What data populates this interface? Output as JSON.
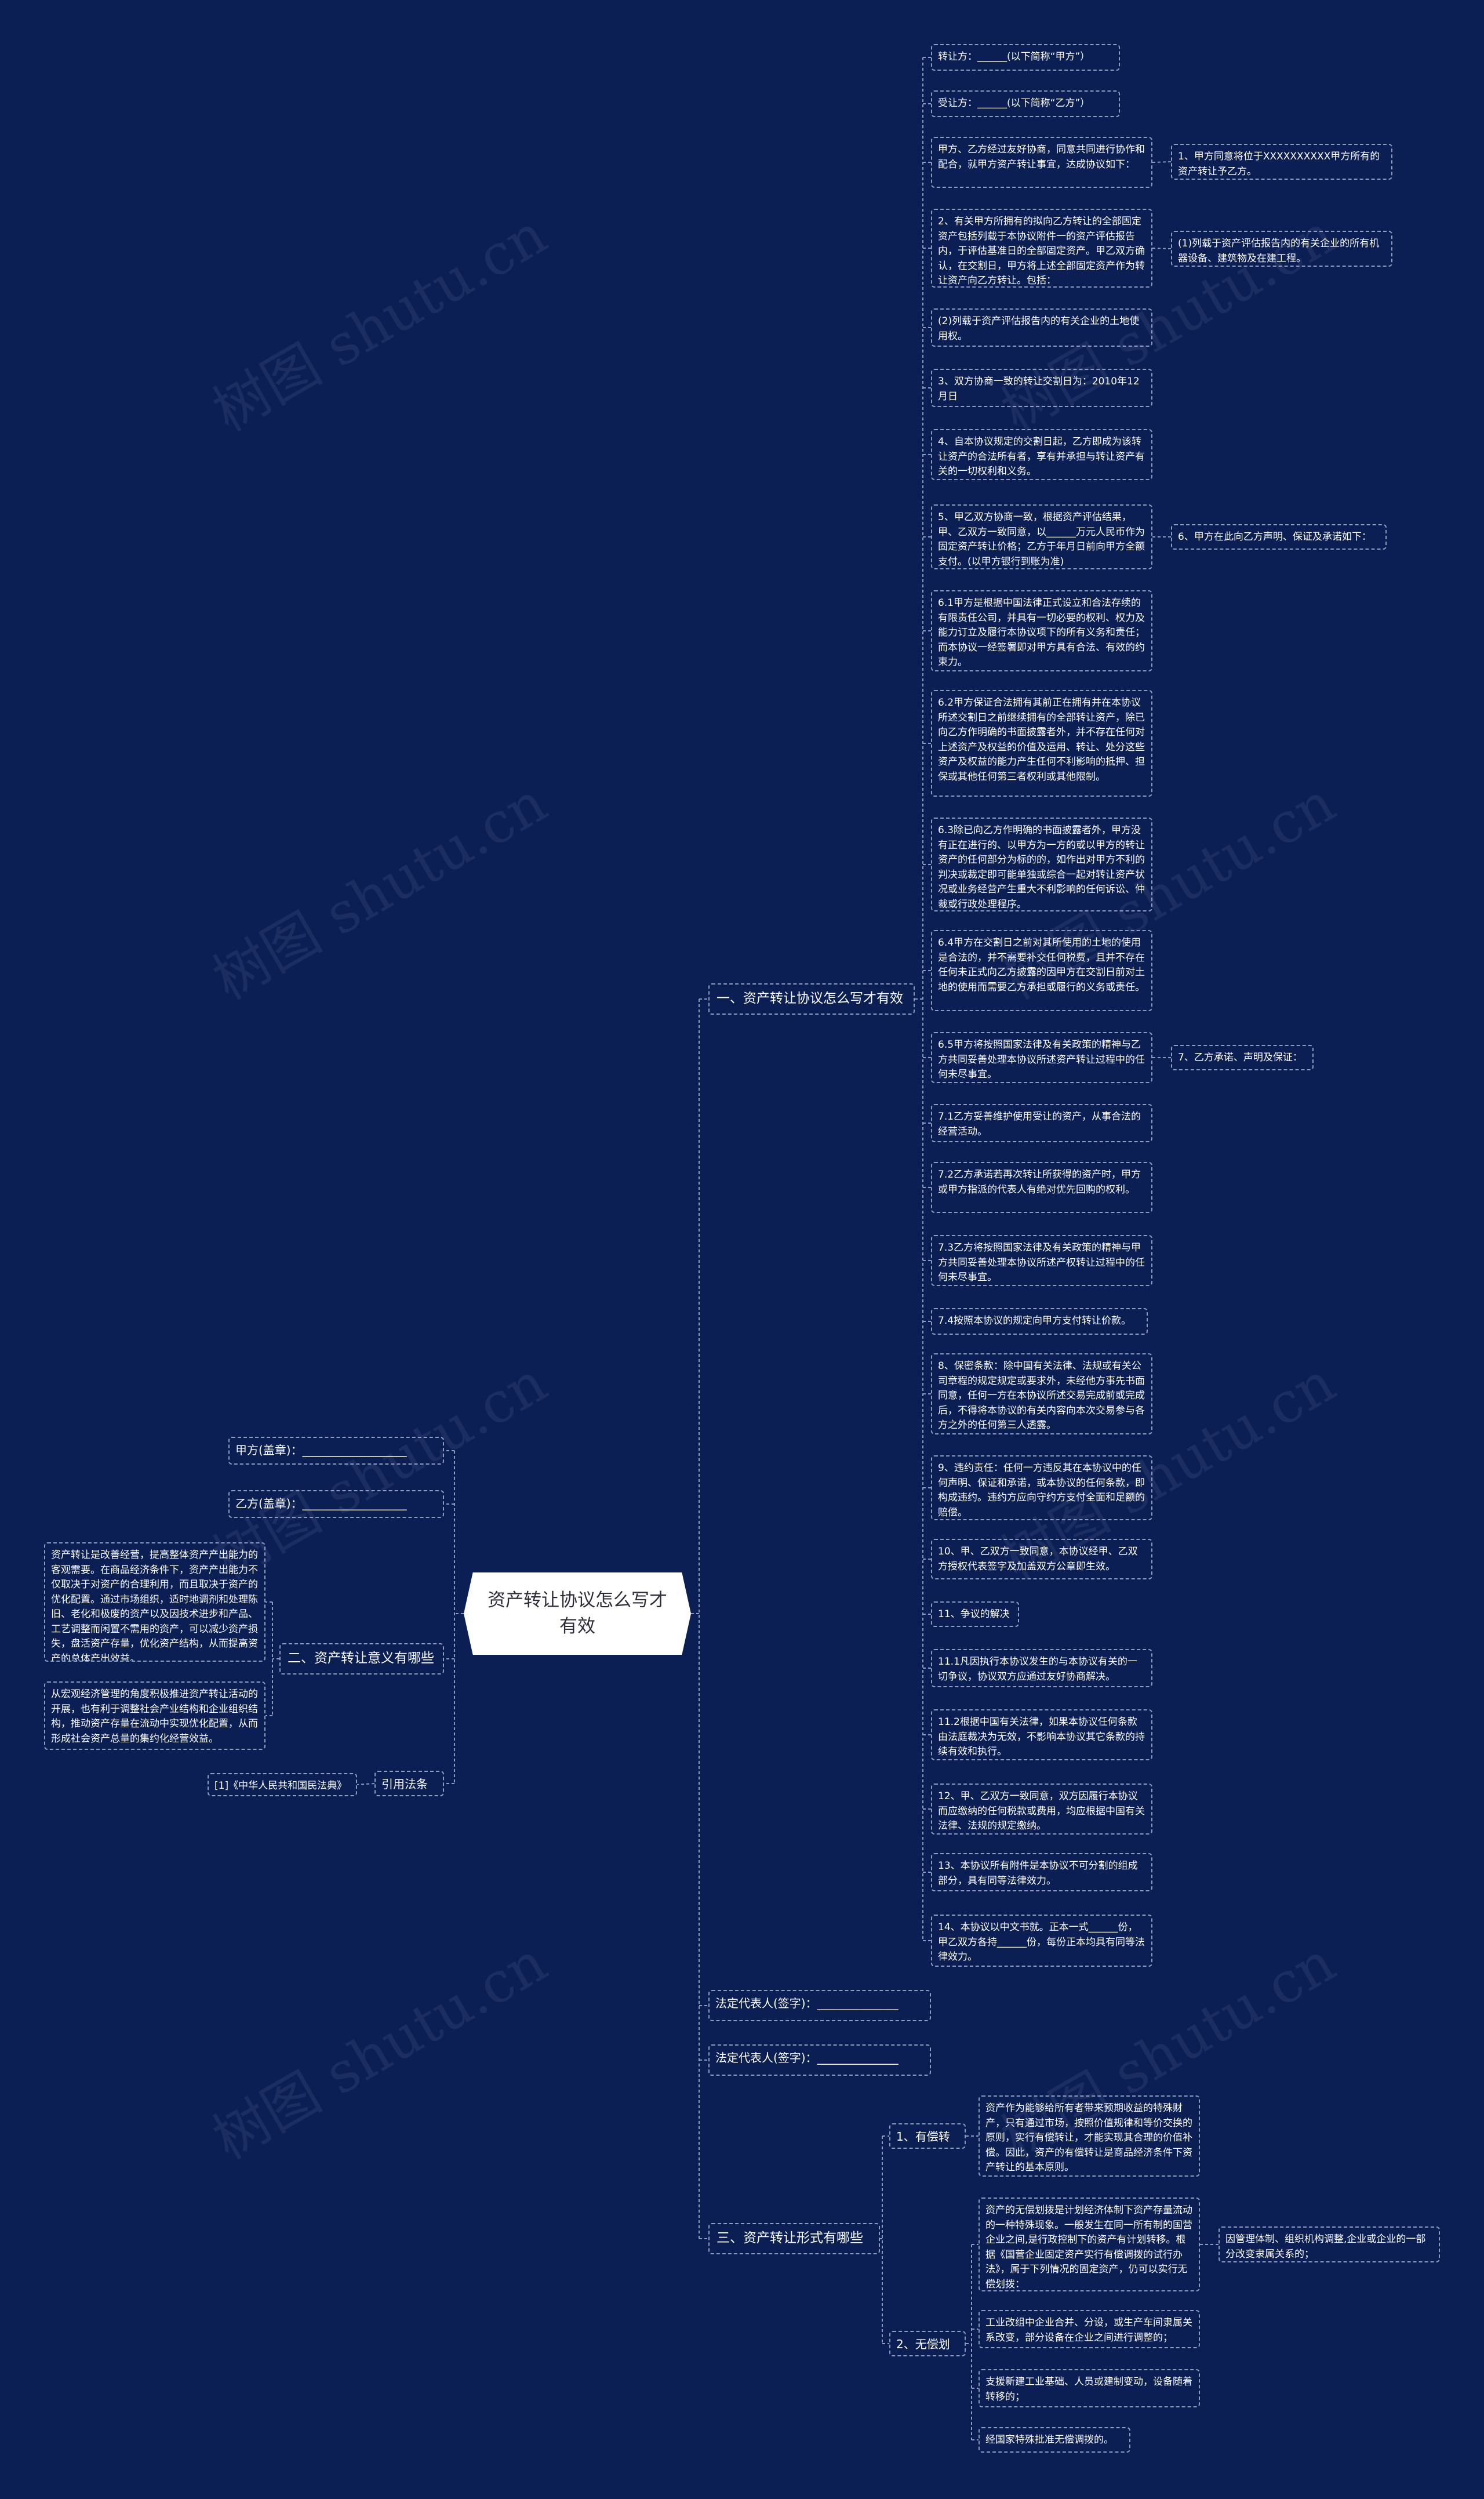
{
  "root": {
    "title": "资产转让协议怎么写才有效"
  },
  "watermark": "树图 shutu.cn",
  "colors": {
    "background": "#0b1f55",
    "line": "#8f9cc0",
    "root_bg": "#ffffff",
    "text": "#ffffff"
  },
  "branch1": {
    "label": "一、资产转让协议怎么写才有效",
    "items": [
      "转让方：______(以下简称“甲方”）",
      "受让方：______(以下简称“乙方”）",
      "甲方、乙方经过友好协商，同意共同进行协作和配合，就甲方资产转让事宜，达成协议如下：",
      "2、有关甲方所拥有的拟向乙方转让的全部固定资产包括列载于本协议附件一的资产评估报告内，于评估基准日的全部固定资产。甲乙双方确认，在交割日，甲方将上述全部固定资产作为转让资产向乙方转让。包括：",
      "(2)列载于资产评估报告内的有关企业的土地使用权。",
      "3、双方协商一致的转让交割日为：2010年12月日",
      "4、自本协议规定的交割日起，乙方即成为该转让资产的合法所有者，享有并承担与转让资产有关的一切权利和义务。",
      "5、甲乙双方协商一致，根据资产评估结果，甲、乙双方一致同意，以______万元人民币作为固定资产转让价格；乙方于年月日前向甲方全额支付。(以甲方银行到账为准)",
      "6.1甲方是根据中国法律正式设立和合法存续的有限责任公司，并具有一切必要的权利、权力及能力订立及履行本协议项下的所有义务和责任；而本协议一经签署即对甲方具有合法、有效的约束力。",
      "6.2甲方保证合法拥有其前正在拥有并在本协议所述交割日之前继续拥有的全部转让资产，除已向乙方作明确的书面披露者外，并不存在任何对上述资产及权益的价值及运用、转让、处分这些资产及权益的能力产生任何不利影响的抵押、担保或其他任何第三者权利或其他限制。",
      "6.3除已向乙方作明确的书面披露者外，甲方没有正在进行的、以甲方为一方的或以甲方的转让资产的任何部分为标的的，如作出对甲方不利的判决或裁定即可能单独或综合一起对转让资产状况或业务经营产生重大不利影响的任何诉讼、仲裁或行政处理程序。",
      "6.4甲方在交割日之前对其所使用的土地的使用是合法的，并不需要补交任何税费，且并不存在任何未正式向乙方披露的因甲方在交割日前对土地的使用而需要乙方承担或履行的义务或责任。",
      "6.5甲方将按照国家法律及有关政策的精神与乙方共同妥善处理本协议所述资产转让过程中的任何未尽事宜。",
      "7.1乙方妥善维护使用受让的资产，从事合法的经营活动。",
      "7.2乙方承诺若再次转让所获得的资产时，甲方或甲方指派的代表人有绝对优先回购的权利。",
      "7.3乙方将按照国家法律及有关政策的精神与甲方共同妥善处理本协议所述产权转让过程中的任何未尽事宜。",
      "7.4按照本协议的规定向甲方支付转让价款。",
      "8、保密条款：除中国有关法律、法规或有关公司章程的规定规定或要求外，未经他方事先书面同意，任何一方在本协议所述交易完成前或完成后，不得将本协议的有关内容向本次交易参与各方之外的任何第三人透露。",
      "9、违约责任：任何一方违反其在本协议中的任何声明、保证和承诺，或本协议的任何条款，即构成违约。违约方应向守约方支付全面和足额的赔偿。",
      "10、甲、乙双方一致同意，本协议经甲、乙双方授权代表签字及加盖双方公章即生效。",
      "11、争议的解决",
      "11.1凡因执行本协议发生的与本协议有关的一切争议，协议双方应通过友好协商解决。",
      "11.2根据中国有关法律，如果本协议任何条款由法庭裁决为无效，不影响本协议其它条款的持续有效和执行。",
      "12、甲、乙双方一致同意，双方因履行本协议而应缴纳的任何税款或费用，均应根据中国有关法律、法规的规定缴纳。",
      "13、本协议所有附件是本协议不可分割的组成部分，具有同等法律效力。",
      "14、本协议以中文书就。正本一式______份，甲乙双方各持______份，每份正本均具有同等法律效力。"
    ],
    "leaves": [
      "1、甲方同意将位于XXXXXXXXXX甲方所有的资产转让予乙方。",
      "(1)列载于资产评估报告内的有关企业的所有机器设备、建筑物及在建工程。",
      "6、甲方在此向乙方声明、保证及承诺如下：",
      "7、乙方承诺、声明及保证："
    ]
  },
  "sig_right": [
    "法定代表人(签字)：______________",
    "法定代表人(签字)：______________"
  ],
  "branch3": {
    "label": "三、资产转让形式有哪些",
    "sub1": {
      "label": "1、有偿转让",
      "text": "资产作为能够给所有者带来预期收益的特殊财产，只有通过市场，按照价值规律和等价交换的原则，实行有偿转让，才能实现其合理的价值补偿。因此，资产的有偿转让是商品经济条件下资产转让的基本原则。"
    },
    "sub2": {
      "label": "2、无偿划拨",
      "items": [
        "资产的无偿划拨是计划经济体制下资产存量流动的一种特殊现象。一般发生在同一所有制的国营企业之间,是行政控制下的资产有计划转移。根据《国营企业固定资产实行有偿调拨的试行办法》，属于下列情况的固定资产，仍可以实行无偿划拨：",
        "工业改组中企业合并、分设，或生产车间隶属关系改变，部分设备在企业之间进行调整的；",
        "支援新建工业基础、人员或建制变动，设备随着转移的；",
        "经国家特殊批准无偿调拨的。"
      ],
      "leaf": "因管理体制、组织机构调整,企业或企业的一部分改变隶属关系的；"
    }
  },
  "left": {
    "sig_a": "甲方(盖章)：__________________",
    "sig_b": "乙方(盖章)：__________________",
    "branch2": {
      "label": "二、资产转让意义有哪些",
      "texts": [
        "资产转让是改善经营，提高整体资产产出能力的客观需要。在商品经济条件下，资产产出能力不仅取决于对资产的合理利用，而且取决于资产的优化配置。通过市场组织，适时地调剂和处理陈旧、老化和极废的资产以及因技术进步和产品、工艺调整而闲置不需用的资产，可以减少资产损失，盘活资产存量，优化资产结构，从而提高资产的总体产出效益。",
        "从宏观经济管理的角度积极推进资产转让活动的开展，也有利于调整社会产业结构和企业组织结构，推动资产存量在流动中实现优化配置，从而形成社会资产总量的集约化经营效益。"
      ]
    },
    "law": {
      "label": "引用法条",
      "text": "[1]《中华人民共和国民法典》"
    }
  }
}
